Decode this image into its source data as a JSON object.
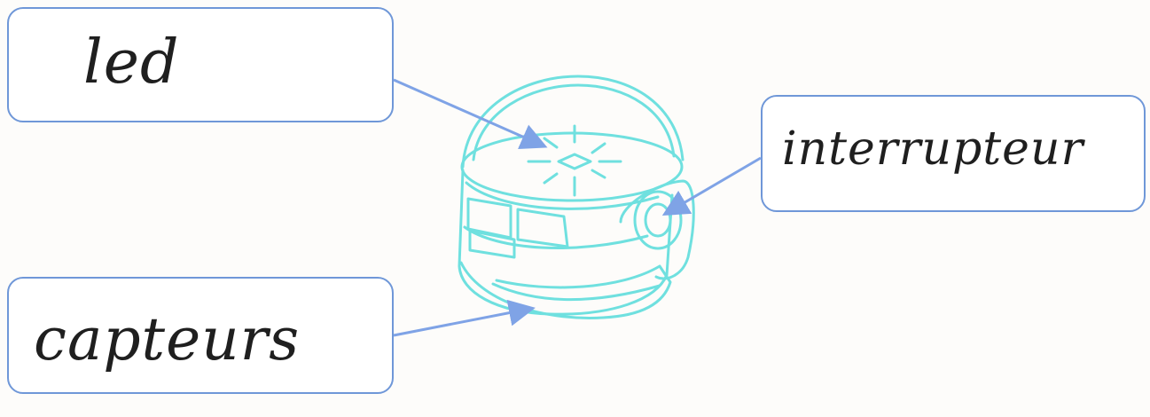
{
  "labels": {
    "led": "led",
    "switch": "interrupteur",
    "sensors": "capteurs"
  },
  "colors": {
    "robot_outline": "#6fe0df",
    "box_border": "#6f97d8",
    "arrow": "#7fa3e6",
    "handwriting": "#1f1f1f"
  }
}
